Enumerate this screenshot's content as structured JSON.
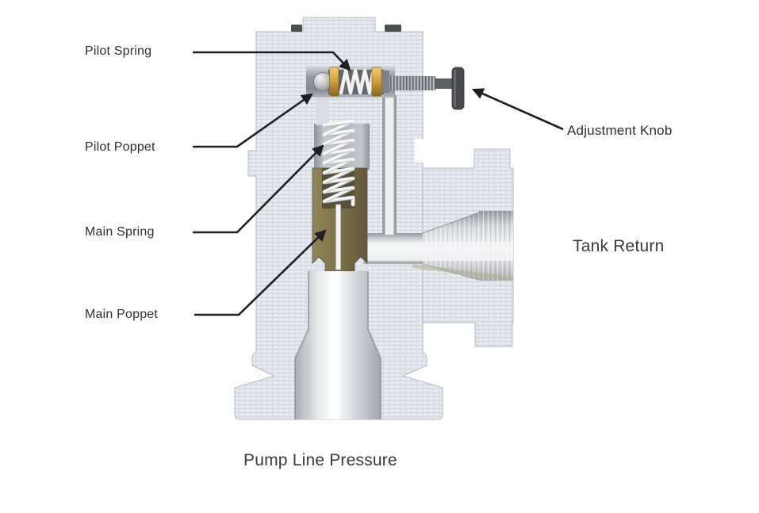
{
  "figure": {
    "type": "valve-cutaway-diagram",
    "labels": {
      "pilot_spring": "Pilot Spring",
      "pilot_poppet": "Pilot Poppet",
      "main_spring": "Main Spring",
      "main_poppet": "Main Poppet",
      "adjustment_knob": "Adjustment Knob",
      "tank_return": "Tank Return",
      "pump_line_pressure": "Pump Line Pressure"
    },
    "colors": {
      "background": "#ffffff",
      "body_metal": "#e3e6ed",
      "bore_metal": "#c6c9ce",
      "brass_poppet": "#7d7048",
      "gold_retainer": "#d2a23c",
      "knob_gray": "#474a4f",
      "label_text": "#2e2e2e",
      "leader_line": "#1f1f1f"
    }
  }
}
